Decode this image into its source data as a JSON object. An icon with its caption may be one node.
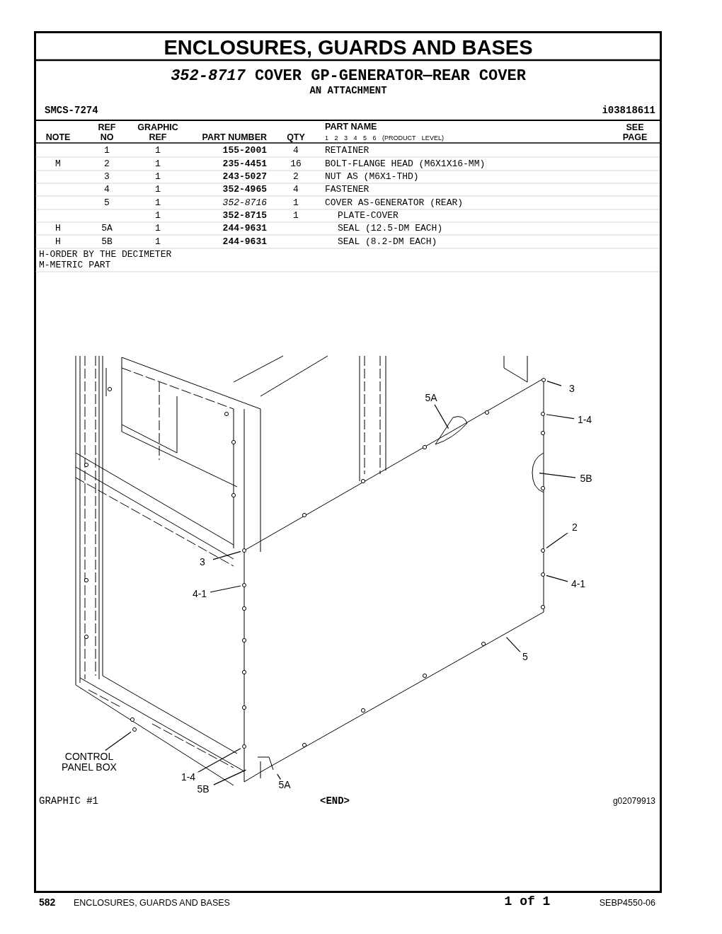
{
  "diagram": {
    "title": "ENCLOSURES, GUARDS AND BASES",
    "nodes": [
      {
        "text": [
          "3"
        ]
      },
      {
        "text": [
          "5A"
        ]
      },
      {
        "text": [
          "1-4"
        ]
      },
      {
        "text": [
          "5B"
        ]
      },
      {
        "text": [
          "2"
        ]
      },
      {
        "text": [
          "3"
        ]
      },
      {
        "text": [
          "4-1"
        ]
      },
      {
        "text": [
          "4-1"
        ]
      },
      {
        "text": [
          "5"
        ]
      },
      {
        "text": [
          "CONTROL PANEL BOX"
        ]
      },
      {
        "text": [
          "1-4"
        ]
      },
      {
        "text": [
          "5B"
        ]
      },
      {
        "text": [
          "5A"
        ]
      },
      {
        "text": [],
        "shape": "circle"
      },
      {
        "text": [],
        "shape": "circle"
      },
      {
        "text": [],
        "shape": "circle"
      },
      {
        "text": [],
        "shape": "circle"
      },
      {
        "text": [],
        "shape": "circle"
      },
      {
        "text": [],
        "shape": "circle"
      },
      {
        "text": [],
        "shape": "circle"
      },
      {
        "text": [],
        "shape": "circle"
      }
    ],
    "edges": [
      {
        "from": 0,
        "to": 17,
        "arrow": "none"
      },
      {
        "from": 1,
        "to": null,
        "arrow": "none"
      },
      {
        "from": 2,
        "to": 18,
        "arrow": "none"
      },
      {
        "from": 3,
        "to": null,
        "arrow": "none"
      },
      {
        "from": 4,
        "to": 19,
        "arrow": "none"
      },
      {
        "from": 5,
        "to": 14,
        "arrow": "none"
      },
      {
        "from": 6,
        "to": 15,
        "arrow": "none"
      },
      {
        "from": 7,
        "to": 20,
        "arrow": "none"
      },
      {
        "from": 8,
        "to": null,
        "arrow": "none"
      },
      {
        "from": 9,
        "to": 13,
        "arrow": "none"
      },
      {
        "from": 10,
        "to": 16,
        "arrow": "none"
      },
      {
        "from": 11,
        "to": null,
        "arrow": "none"
      },
      {
        "from": 12,
        "to": null,
        "arrow": "none"
      }
    ],
    "labels": [
      "*352-8717* COVER GP-GENERATOR—REAR COVER",
      "AN ATTACHMENT",
      "SMCS-7274",
      "i03818611",
      "NOTE",
      "REF NO",
      "GRAPHIC REF",
      "PART NUMBER",
      "QTY",
      "PART NAME",
      "1 2 3 4 5 6 (PRODUCT LEVEL)",
      "SEE PAGE",
      "1",
      "1",
      "155-2001",
      "4",
      "RETAINER",
      "M",
      "2",
      "1",
      "235-4451",
      "16",
      "BOLT-FLANGE HEAD (M6X1X16-MM)",
      "3",
      "1",
      "243-5027",
      "2",
      "NUT AS (M6X1-THD)",
      "4",
      "1",
      "352-4965",
      "4",
      "FASTENER",
      "5",
      "1",
      "352-8716",
      "1",
      "COVER AS-GENERATOR (REAR)",
      "1",
      "352-8715",
      "1",
      "PLATE-COVER",
      "H",
      "5A",
      "1",
      "244-9631",
      "SEAL (12.5-DM EACH)",
      "H",
      "5B",
      "1",
      "244-9631",
      "SEAL (8.2-DM EACH)",
      "H-ORDER BY THE DECIMETER",
      "M-METRIC PART",
      "GRAPHIC #1",
      "<END>",
      "g02079913",
      "582",
      "ENCLOSURES, GUARDS AND BASES",
      "1 of 1",
      "SEBP4550-06"
    ]
  }
}
